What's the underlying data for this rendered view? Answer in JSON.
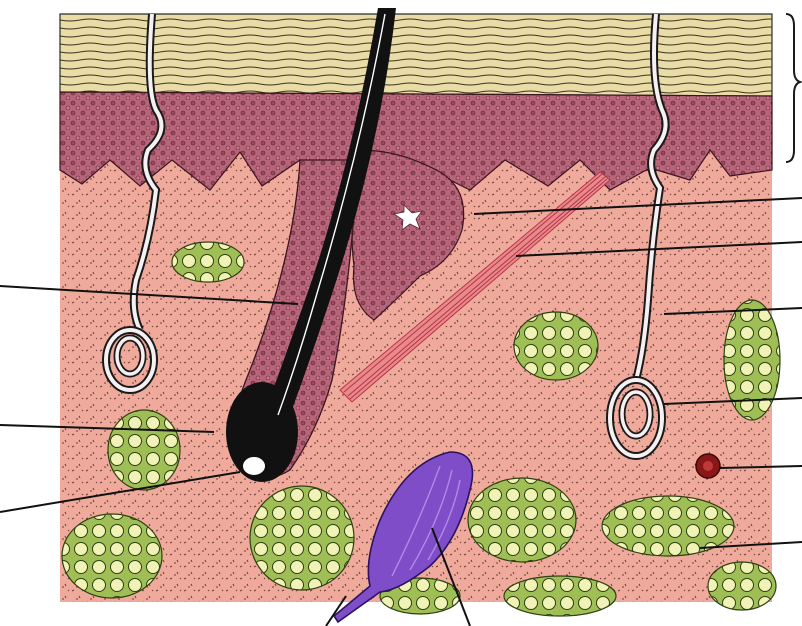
{
  "figure": {
    "kind": "skin cross-section illustration (unlabeled)",
    "colors": {
      "background": "#ffffff",
      "stratum_corneum": "#e9dca6",
      "epidermis": "#b86579",
      "dermis": "#efaa9b",
      "fat_lobule": "#b9d47c",
      "fat_cell_fill": "#f1f2b5",
      "hair": "#111111",
      "sweat_duct": "#f5f0f2",
      "nerve_ending": "#7f4dc7",
      "muscle": "#b7324a",
      "vessel": "#8a1717",
      "outline": "#1a1a1a"
    },
    "structures": [
      "hair-shaft",
      "hair-follicle",
      "hair-bulb",
      "sebaceous-gland",
      "arrector-pili-muscle",
      "sweat-duct",
      "sweat-gland",
      "blood-vessel",
      "fat-lobule",
      "nerve-ending"
    ]
  }
}
